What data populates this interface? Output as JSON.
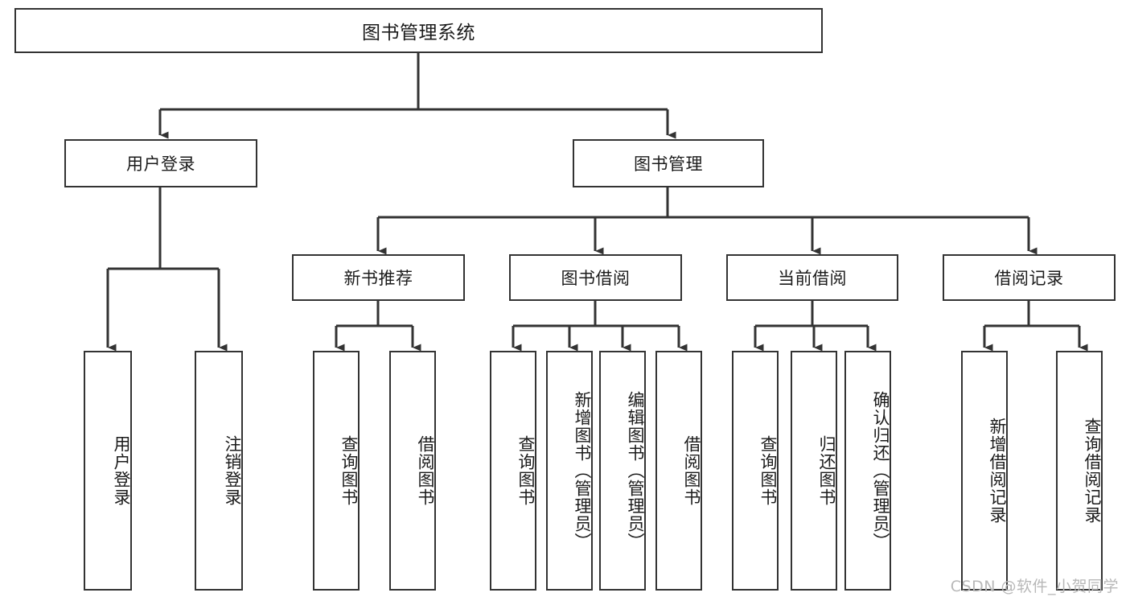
{
  "diagram": {
    "type": "tree",
    "title_text": "图书管理系统",
    "colors": {
      "border": "#333333",
      "fill": "#ffffff",
      "connector": "#333333",
      "text": "#1b1b1b",
      "watermark": "#b8b8b8"
    },
    "root": {
      "label": "图书管理系统"
    },
    "level2": [
      {
        "label": "用户登录"
      },
      {
        "label": "图书管理"
      }
    ],
    "level3": [
      {
        "label": "新书推荐"
      },
      {
        "label": "图书借阅"
      },
      {
        "label": "当前借阅"
      },
      {
        "label": "借阅记录"
      }
    ],
    "leaves": {
      "user_login": [
        {
          "label": "用户登录"
        },
        {
          "label": "注销登录"
        }
      ],
      "new_book_recommend": [
        {
          "label": "查询图书"
        },
        {
          "label": "借阅图书"
        }
      ],
      "book_borrow": [
        {
          "label": "查询图书"
        },
        {
          "label": "新增图书（管理员）"
        },
        {
          "label": "编辑图书（管理员）"
        },
        {
          "label": "借阅图书"
        }
      ],
      "current_borrow": [
        {
          "label": "查询图书"
        },
        {
          "label": "归还图书"
        },
        {
          "label": "确认归还（管理员）"
        }
      ],
      "borrow_record": [
        {
          "label": "新增借阅记录"
        },
        {
          "label": "查询借阅记录"
        }
      ]
    },
    "watermark": "CSDN @软件_小贺同学"
  }
}
